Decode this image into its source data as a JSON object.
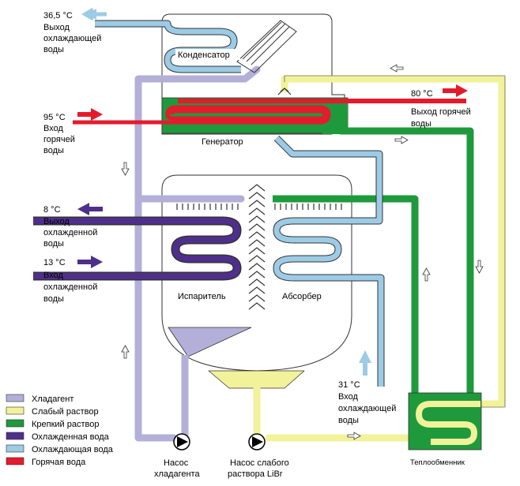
{
  "labels": {
    "condenser": "Конденсатор",
    "generator": "Генератор",
    "evaporator": "Испаритель",
    "absorber": "Абсорбер",
    "heat_exchanger": "Теплообменник"
  },
  "cooling_out": {
    "temp": "36,5 °C",
    "line1": "Выход",
    "line2": "охлаждающей",
    "line3": "воды"
  },
  "hot_in": {
    "temp": "95 °C",
    "line1": "Вход",
    "line2": "горячей",
    "line3": "воды"
  },
  "hot_out": {
    "temp": "80 °C",
    "line1": "Выход горячей",
    "line2": "воды"
  },
  "chilled_out": {
    "temp": "8 °C",
    "line1": "Выход",
    "line2": "охлажденной",
    "line3": "воды"
  },
  "chilled_in": {
    "temp": "13 °C",
    "line1": "Вход",
    "line2": "охлажденной",
    "line3": "воды"
  },
  "cooling_in": {
    "temp": "31 °C",
    "line1": "Вход",
    "line2": "охлаждающей",
    "line3": "воды"
  },
  "pumps": {
    "refrigerant_line1": "Насос",
    "refrigerant_line2": "хладагента",
    "solution_line1": "Насос слабого",
    "solution_line2": "раствора LiBr"
  },
  "legend": [
    {
      "label": "Хладагент",
      "color": "#b3afd8"
    },
    {
      "label": "Слабый раствор",
      "color": "#f2f29a"
    },
    {
      "label": "Крепкий раствор",
      "color": "#1e9a3c"
    },
    {
      "label": "Охлажденная вода",
      "color": "#4f2f8c"
    },
    {
      "label": "Охлаждающая вода",
      "color": "#9ccbe6"
    },
    {
      "label": "Горячая вода",
      "color": "#e41b2c"
    }
  ]
}
